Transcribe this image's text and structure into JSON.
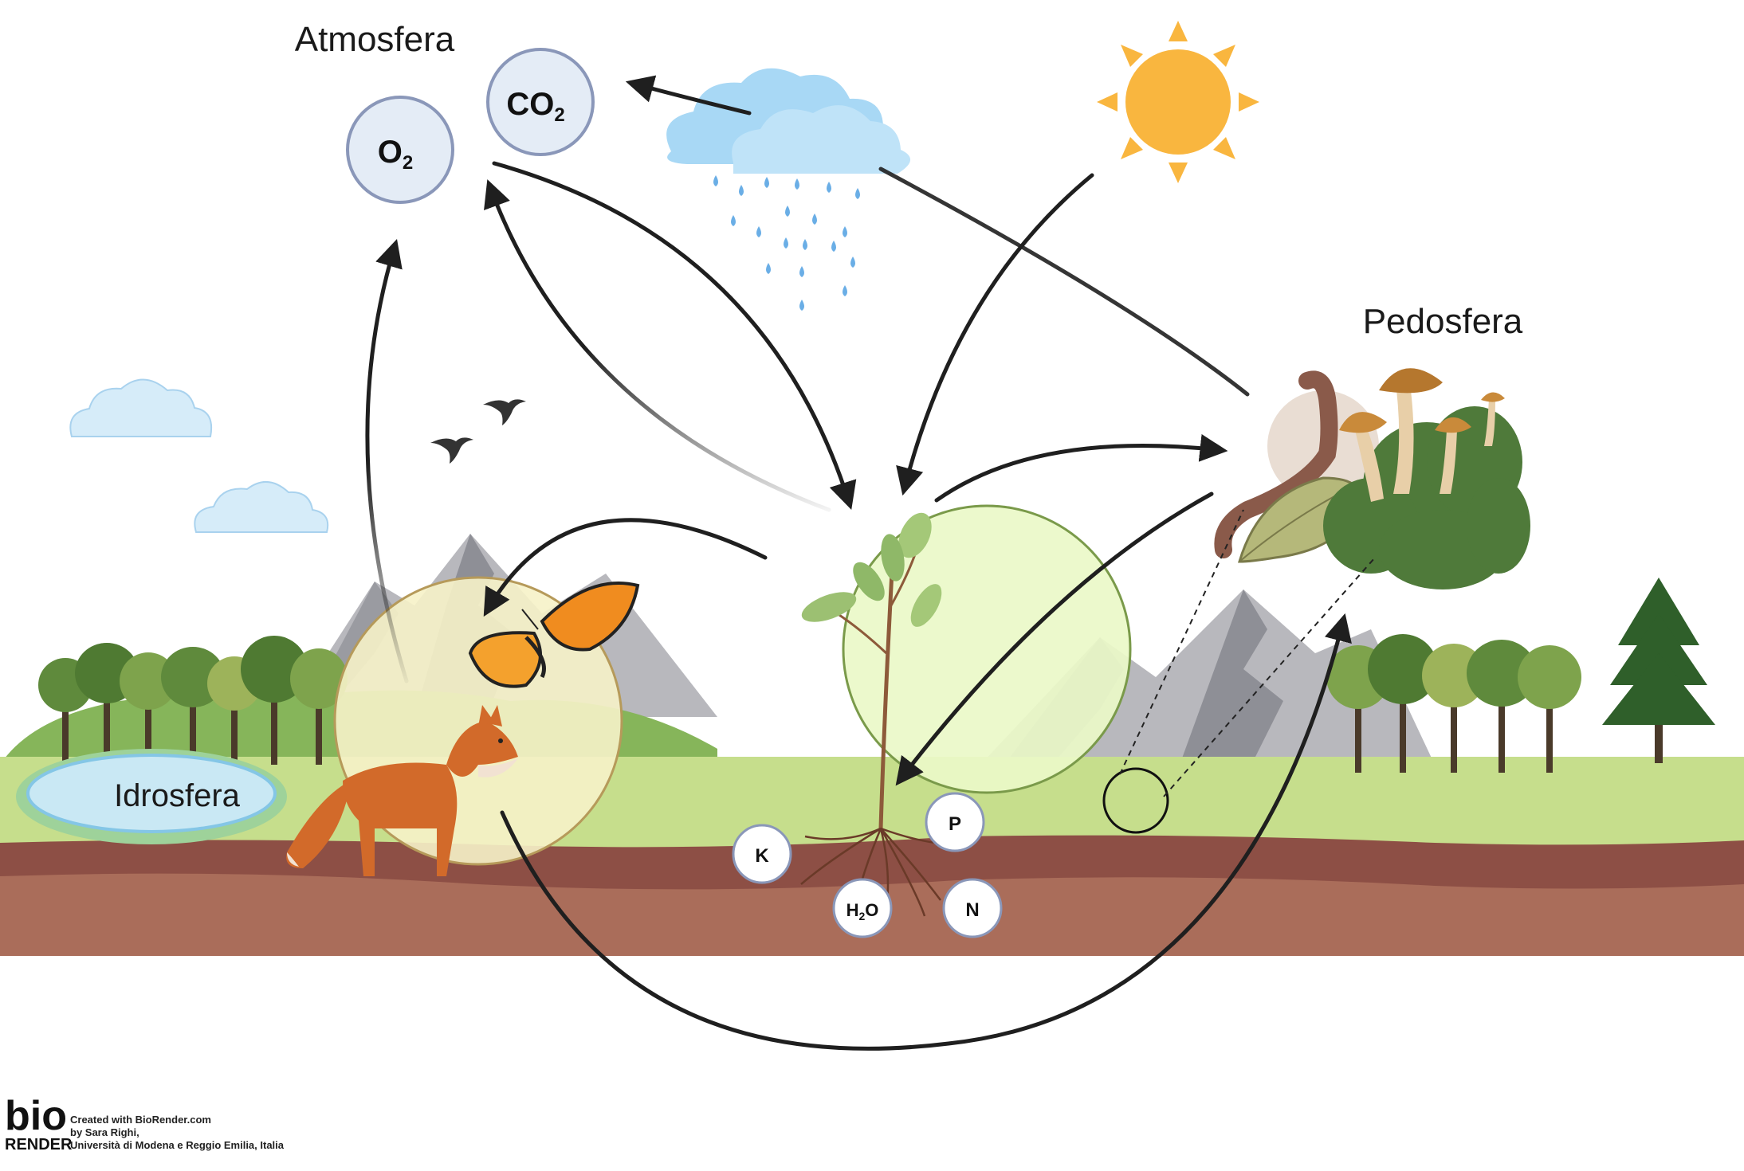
{
  "labels": {
    "atmosphere": "Atmosfera",
    "pedosphere": "Pedosfera",
    "hydrosphere": "Idrosfera"
  },
  "gases": {
    "o2": {
      "base": "O",
      "sub": "2"
    },
    "co2": {
      "base": "CO",
      "sub": "2"
    }
  },
  "nutrients": {
    "k": "K",
    "p": "P",
    "n": "N",
    "h2o": {
      "pre": "H",
      "sub": "2",
      "post": "O"
    }
  },
  "credits": {
    "logo_top": "bio",
    "logo_bottom": "RENDER",
    "line1": "Created with BioRender.com",
    "line2": "by Sara Righi,",
    "line3": "Università di Modena e Reggio Emilia, Italia"
  },
  "colors": {
    "sky": "#ffffff",
    "grass": "#c6de8c",
    "soil_top": "#8d4f45",
    "soil_bottom": "#aa6d5a",
    "sun": "#f9b63f",
    "cloud": "#a8d8f5",
    "rain": "#6aaee6",
    "gas_circle": "#e4ecf6",
    "gas_stroke": "#8a97b9",
    "plant_circle": "#eaf8c8",
    "animal_circle": "#f6f2c8",
    "arrow": "#1f1f1f"
  }
}
